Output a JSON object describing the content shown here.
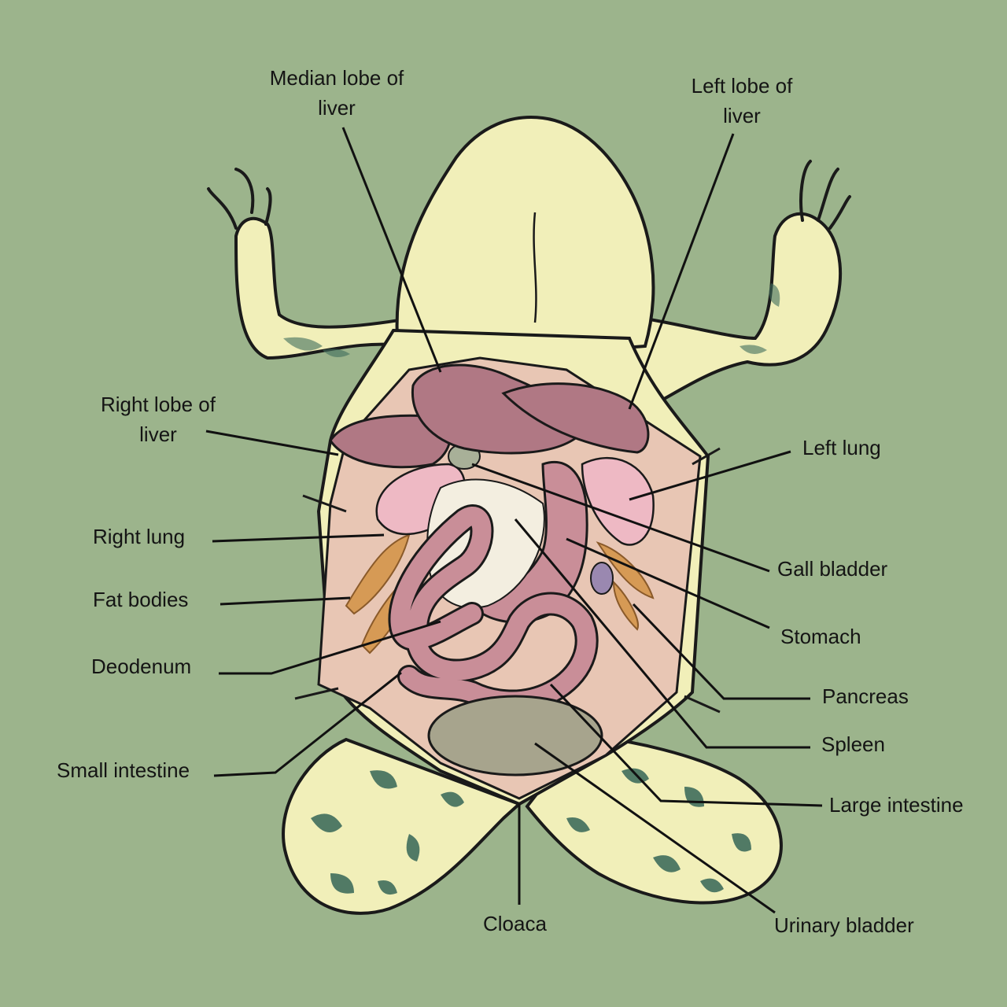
{
  "colors": {
    "background": "#9cb48c",
    "skin": "#f1efb9",
    "skin_shadow": "#d9d79a",
    "spots": "#3f6d5c",
    "cavity": "#e8c6b4",
    "liver": "#b07884",
    "intestine": "#c98e98",
    "lung": "#eeb9c4",
    "fat": "#d69a55",
    "bladder": "#a7a48d",
    "outline": "#1a1a1a",
    "leader": "#111111"
  },
  "labels": {
    "median_lobe_of_liver": "Median lobe of liver",
    "left_lobe_of_liver": "Left lobe of liver",
    "right_lobe_of_liver": "Right lobe of liver",
    "left_lung": "Left lung",
    "right_lung": "Right lung",
    "gall_bladder": "Gall bladder",
    "fat_bodies": "Fat bodies",
    "stomach": "Stomach",
    "deodenum": "Deodenum",
    "pancreas": "Pancreas",
    "spleen": "Spleen",
    "small_intestine": "Small intestine",
    "large_intestine": "Large intestine",
    "cloaca": "Cloaca",
    "urinary_bladder": "Urinary bladder"
  }
}
